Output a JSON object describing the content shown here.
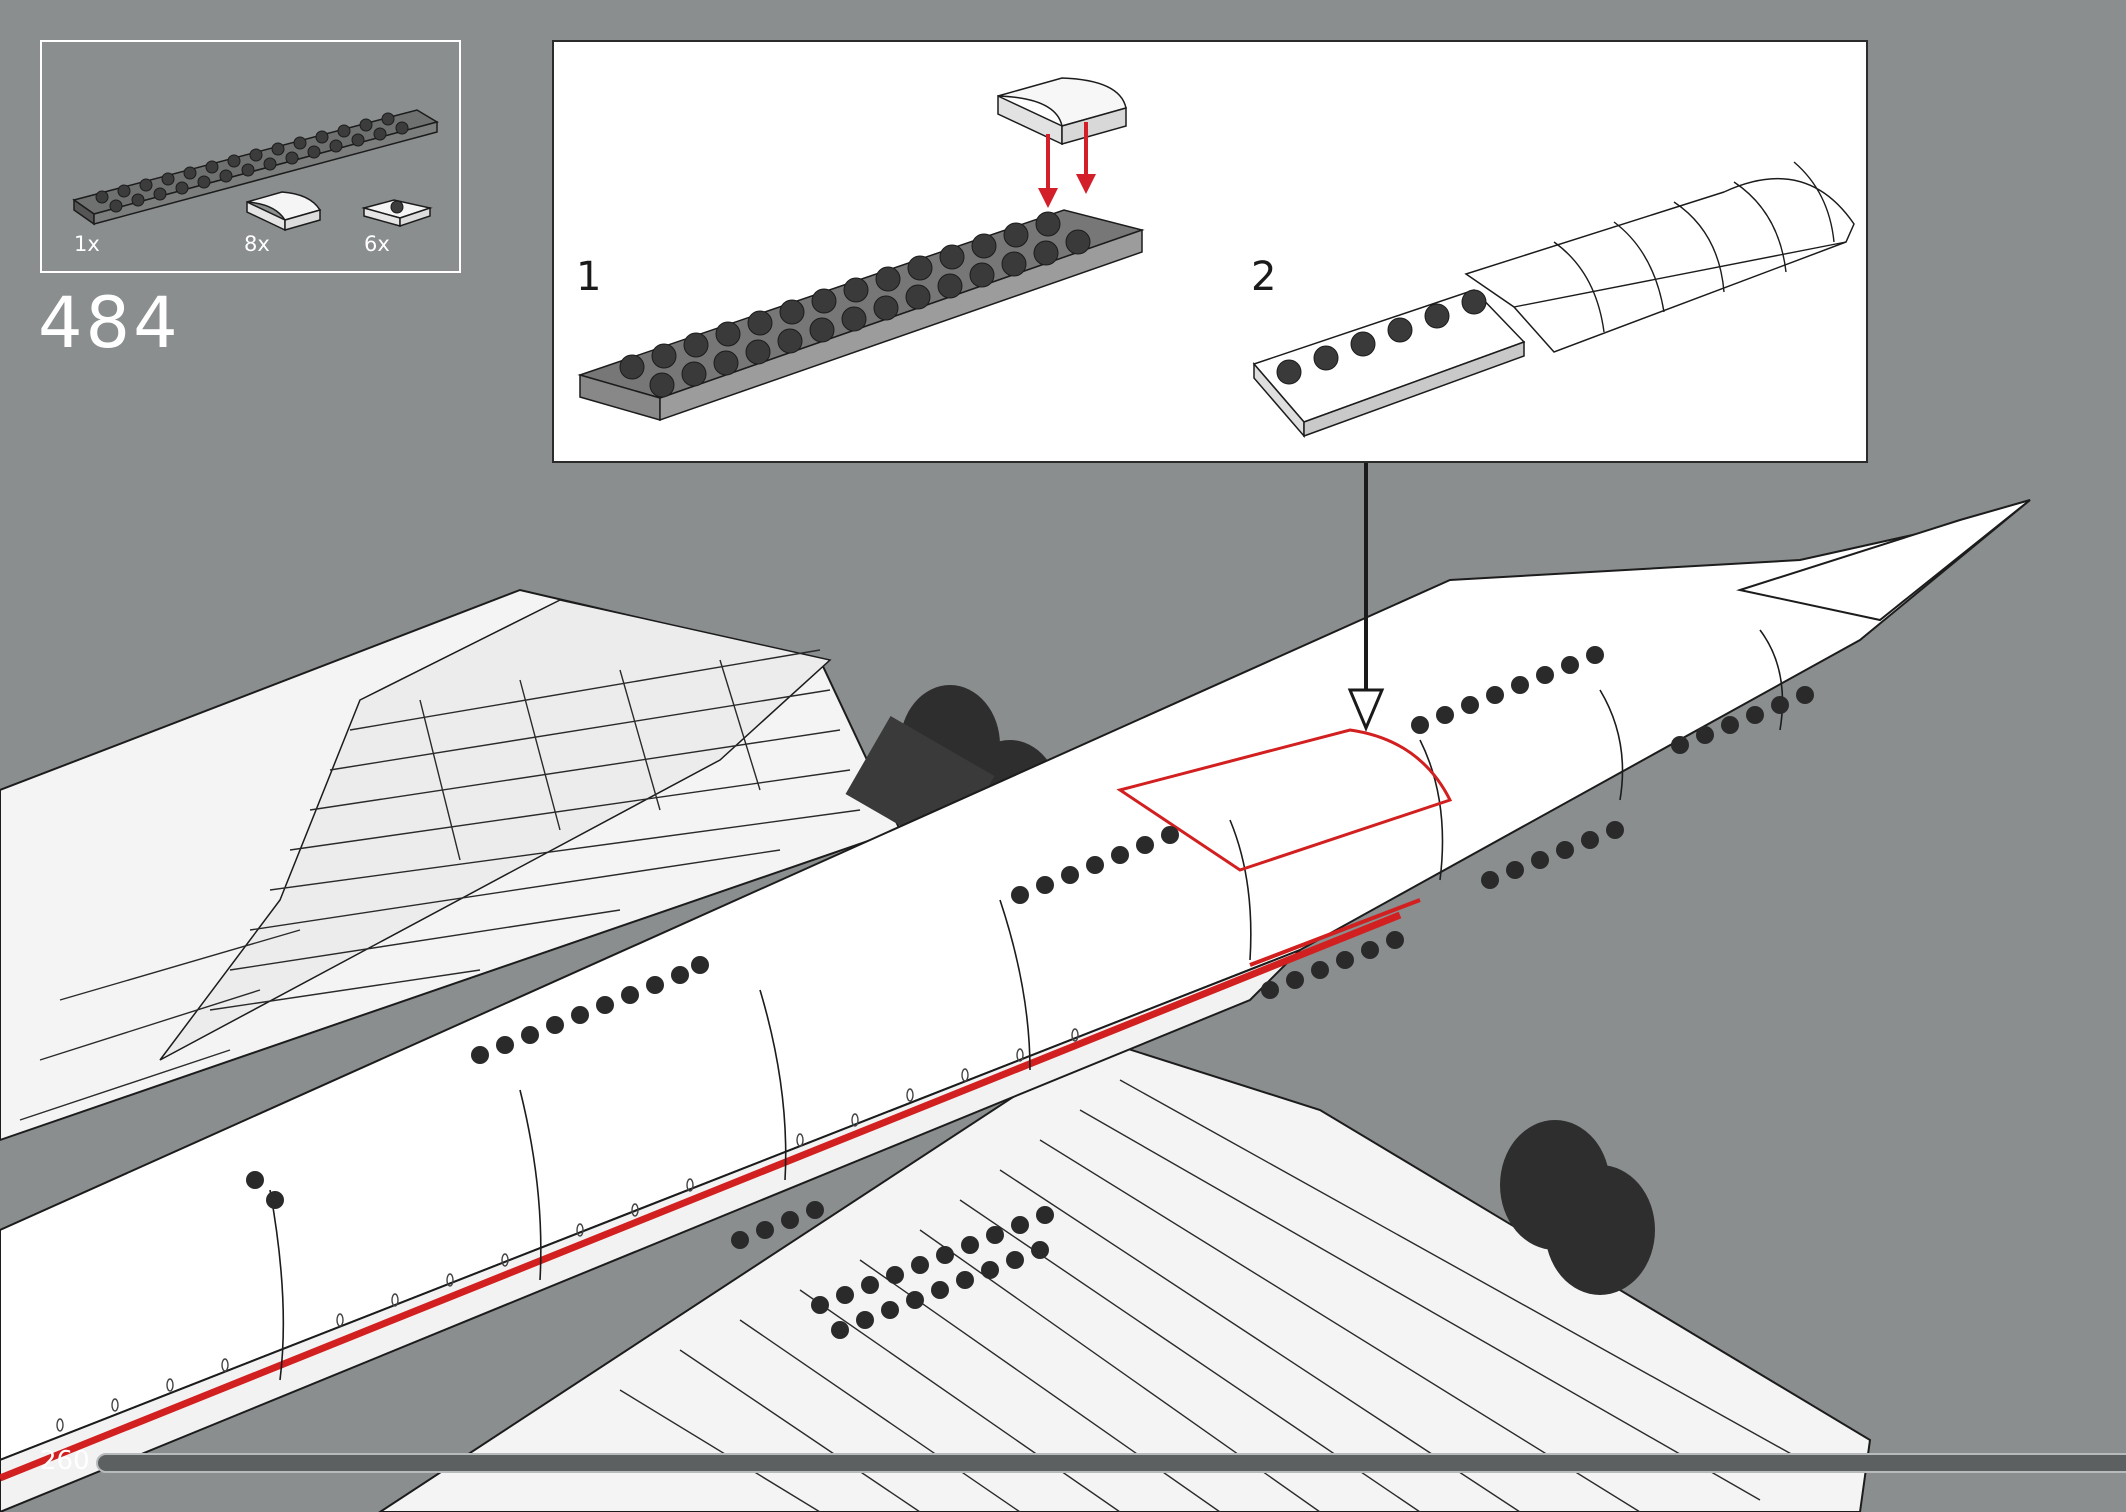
{
  "step": {
    "number": "484"
  },
  "parts": [
    {
      "qty": "1x",
      "icon": "dark-gray-plate-2x16-icon"
    },
    {
      "qty": "8x",
      "icon": "white-curved-slope-icon"
    },
    {
      "qty": "6x",
      "icon": "white-plate-1x2-with-stud-icon"
    }
  ],
  "callout": {
    "substeps": [
      "1",
      "2"
    ]
  },
  "page": {
    "number": "260",
    "progress": 0.0
  },
  "colors": {
    "background": "#8a8e8f",
    "brick_dark": "#3c3c3c",
    "brick_white": "#ffffff",
    "stripe_red": "#d21f1f",
    "arrow_red": "#d21f2a"
  }
}
